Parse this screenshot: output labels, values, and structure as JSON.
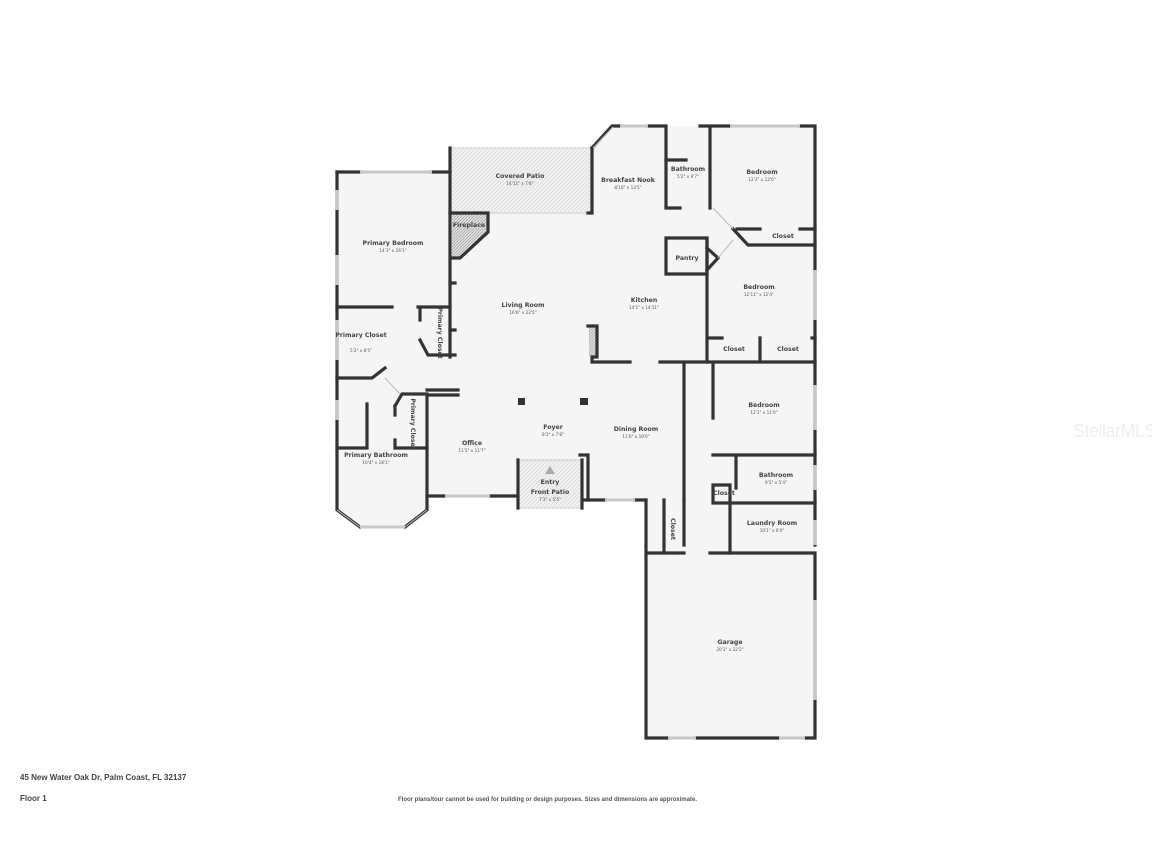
{
  "address": "45 New Water Oak Dr, Palm Coast, FL 32137",
  "floor": "Floor 1",
  "disclaimer": "Floor plans/tour cannot be used for building or design purposes. Sizes and dimensions are approximate.",
  "watermark": "StellarMLS",
  "colors": {
    "wall": "#333333",
    "floor": "#f5f5f5",
    "patio": "#ececec",
    "window": "#c8c8c8"
  },
  "rooms": {
    "covered_patio": {
      "name": "Covered Patio",
      "dims": "14'11\" x 7'8\""
    },
    "breakfast_nook": {
      "name": "Breakfast Nook",
      "dims": "8'10\" x 13'5\""
    },
    "bathroom_1": {
      "name": "Bathroom",
      "dims": "5'2\" x 9'7\""
    },
    "bedroom_1": {
      "name": "Bedroom",
      "dims": "12'2\" x 12'0\""
    },
    "closet_1": {
      "name": "Closet"
    },
    "fireplace": {
      "name": "Fireplace"
    },
    "primary_bedroom": {
      "name": "Primary Bedroom",
      "dims": "14'3\" x 16'1\""
    },
    "pantry": {
      "name": "Pantry"
    },
    "bedroom_2": {
      "name": "Bedroom",
      "dims": "12'11\" x 12'4\""
    },
    "living_room": {
      "name": "Living Room",
      "dims": "16'6\" x 22'5\""
    },
    "kitchen": {
      "name": "Kitchen",
      "dims": "14'1\" x 14'11\""
    },
    "primary_closet_1": {
      "name": "Primary Closet",
      "dims": "5'2\" x 8'5\""
    },
    "primary_closet_2": {
      "name": "Primary Closet"
    },
    "primary_closet_3": {
      "name": "Primary Closet"
    },
    "closet_2": {
      "name": "Closet"
    },
    "closet_3": {
      "name": "Closet"
    },
    "bedroom_3": {
      "name": "Bedroom",
      "dims": "12'1\" x 11'0\""
    },
    "foyer": {
      "name": "Foyer",
      "dims": "8'2\" x 7'8\""
    },
    "office": {
      "name": "Office",
      "dims": "11'2\" x 11'7\""
    },
    "dining_room": {
      "name": "Dining Room",
      "dims": "11'6\" x 18'0\""
    },
    "primary_bathroom": {
      "name": "Primary Bathroom",
      "dims": "10'4\" x 18'1\""
    },
    "bathroom_2": {
      "name": "Bathroom",
      "dims": "9'2\" x 5'4\""
    },
    "closet_4": {
      "name": "Closet"
    },
    "entry": {
      "name": "Entry"
    },
    "front_patio": {
      "name": "Front Patio",
      "dims": "7'3\" x 5'5\""
    },
    "laundry_room": {
      "name": "Laundry Room",
      "dims": "10'1\" x 6'0\""
    },
    "closet_5": {
      "name": "Closet"
    },
    "garage": {
      "name": "Garage",
      "dims": "20'3\" x 22'2\""
    }
  }
}
